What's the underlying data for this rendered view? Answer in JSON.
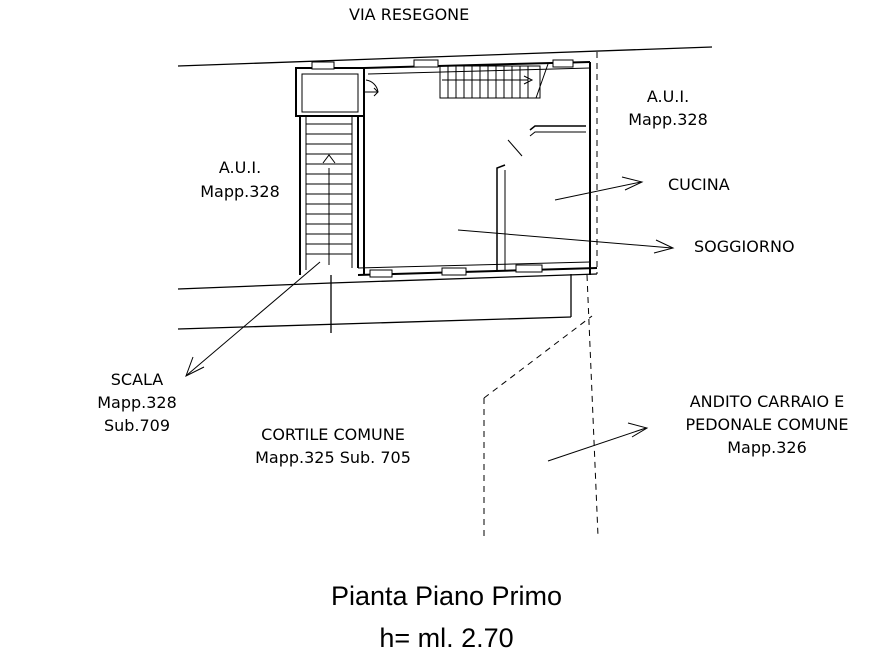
{
  "labels": {
    "street": "VIA RESEGONE",
    "aui_left_1": "A.U.I.",
    "aui_left_2": "Mapp.328",
    "aui_right_1": "A.U.I.",
    "aui_right_2": "Mapp.328",
    "cucina": "CUCINA",
    "soggiorno": "SOGGIORNO",
    "scala_1": "SCALA",
    "scala_2": "Mapp.328",
    "scala_3": "Sub.709",
    "cortile_1": "CORTILE COMUNE",
    "cortile_2": "Mapp.325 Sub. 705",
    "andito_1": "ANDITO CARRAIO E",
    "andito_2": "PEDONALE COMUNE",
    "andito_3": "Mapp.326"
  },
  "title": {
    "line1": "Pianta Piano Primo",
    "line2": "h= ml. 2.70"
  }
}
